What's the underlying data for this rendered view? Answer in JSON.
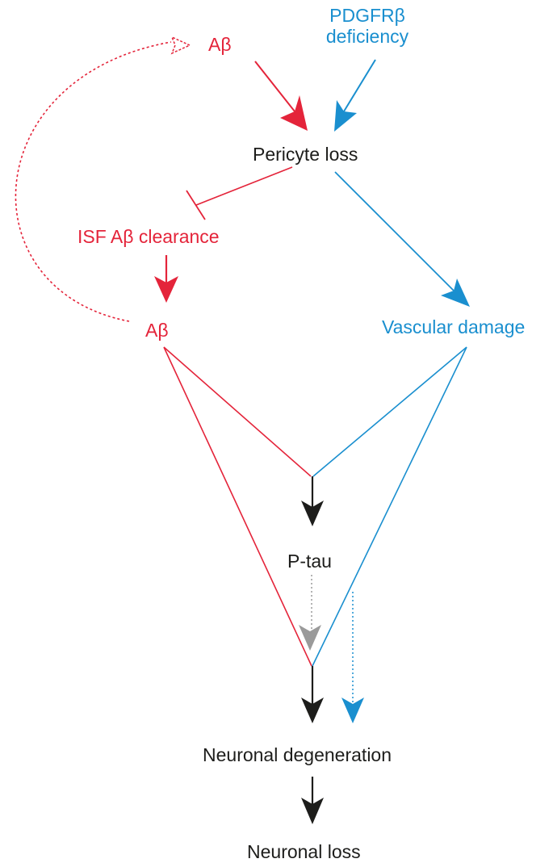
{
  "colors": {
    "red": "#e4243a",
    "blue": "#1a8fcf",
    "dark": "#1d1d1b",
    "gray": "#9a9a9a"
  },
  "nodes": {
    "abeta_top": "Aβ",
    "pdgfrb_line1": "PDGFRβ",
    "pdgfrb_line2": "deficiency",
    "pericyte_loss": "Pericyte loss",
    "isf_clearance": "ISF Aβ clearance",
    "abeta_mid": "Aβ",
    "vascular_damage": "Vascular damage",
    "ptau": "P-tau",
    "neuronal_degeneration": "Neuronal degeneration",
    "neuronal_loss": "Neuronal loss"
  }
}
